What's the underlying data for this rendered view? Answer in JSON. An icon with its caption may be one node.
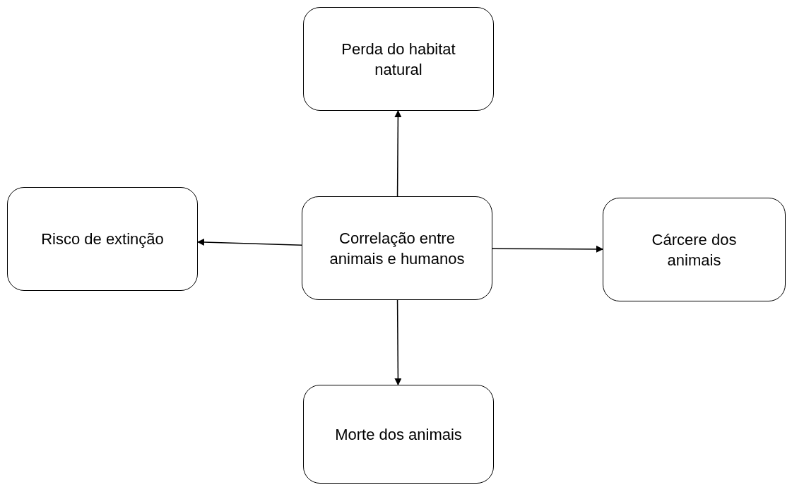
{
  "diagram": {
    "nodes": [
      {
        "text": [
          "Perda do habitat natural"
        ]
      },
      {
        "text": [
          "Risco de extinção"
        ]
      },
      {
        "text": [
          "Correlação entre animais e humanos"
        ]
      },
      {
        "text": [
          "Cárcere dos animais"
        ]
      },
      {
        "text": [
          "Morte dos animais"
        ]
      }
    ],
    "edges": [
      {
        "from": 2,
        "to": 0,
        "arrow": "to"
      },
      {
        "from": 2,
        "to": 1,
        "arrow": "to"
      },
      {
        "from": 2,
        "to": 3,
        "arrow": "to"
      },
      {
        "from": 2,
        "to": 4,
        "arrow": "to"
      }
    ]
  }
}
